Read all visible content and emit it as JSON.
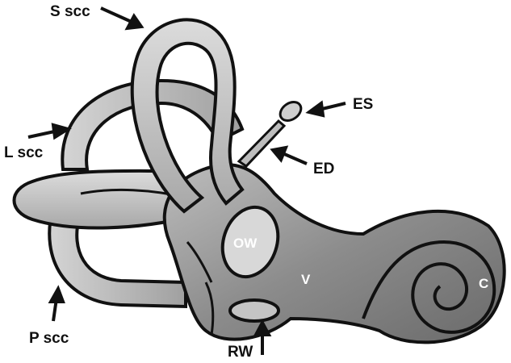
{
  "labels": {
    "s_scc": "S scc",
    "l_scc": "L scc",
    "p_scc": "P scc",
    "es": "ES",
    "ed": "ED",
    "rw": "RW",
    "ow": "OW",
    "v": "V",
    "c": "C"
  },
  "colors": {
    "outline": "#111111",
    "gray_light": "#c8c8c8",
    "gray_mid": "#9a9a9a",
    "gray_dark": "#6e6e6e",
    "background": "#ffffff"
  }
}
